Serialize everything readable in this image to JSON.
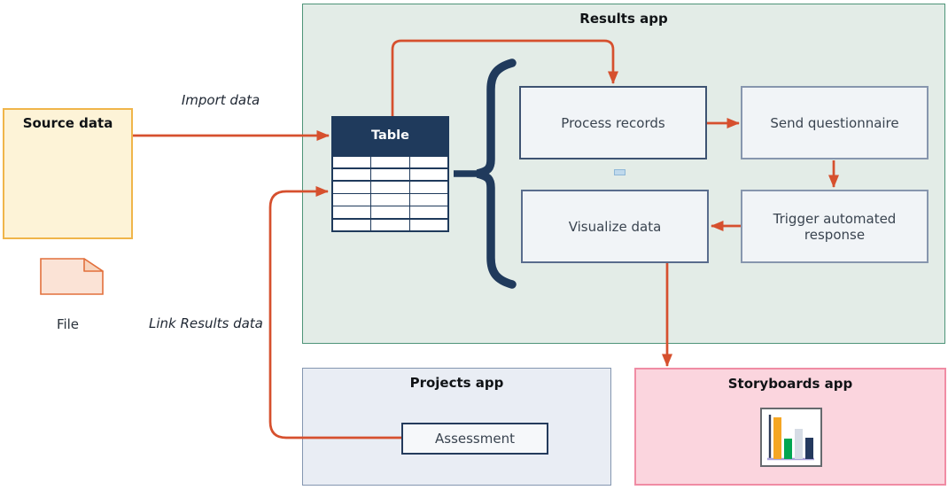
{
  "diagram": {
    "source_data": {
      "title": "Source data",
      "file_label": "File"
    },
    "results_app": {
      "title": "Results app",
      "table": {
        "header": "Table",
        "rows": 6,
        "cols": 3
      },
      "nodes": {
        "process_records": "Process records",
        "send_questionnaire": "Send questionnaire",
        "visualize_data": "Visualize data",
        "trigger_automated_response": "Trigger automated response"
      }
    },
    "projects_app": {
      "title": "Projects app",
      "assessment_label": "Assessment"
    },
    "storyboards_app": {
      "title": "Storyboards app"
    },
    "edge_labels": {
      "import_data": "Import data",
      "link_results_data": "Link Results data"
    },
    "icons": {
      "file": "file-icon",
      "bar_chart": "bar-chart-icon",
      "brace": "curly-brace-icon",
      "handle": "selection-handle"
    },
    "colors": {
      "arrow_red": "#d6502e",
      "navy": "#1f3a5c",
      "results_bg": "#e3ece7",
      "results_border": "#4e9478",
      "source_bg": "#fdf3d7",
      "source_border": "#f0b54a",
      "projects_bg": "#e9edf4",
      "projects_border": "#8496b0",
      "storyboards_bg": "#fbd5de",
      "storyboards_border": "#f08ca4",
      "node_bg": "#f1f4f7",
      "chart_bars": [
        "#f5a623",
        "#00a651",
        "#d6dce5",
        "#24395e"
      ],
      "chart_axis": "#a9a2d8"
    }
  }
}
